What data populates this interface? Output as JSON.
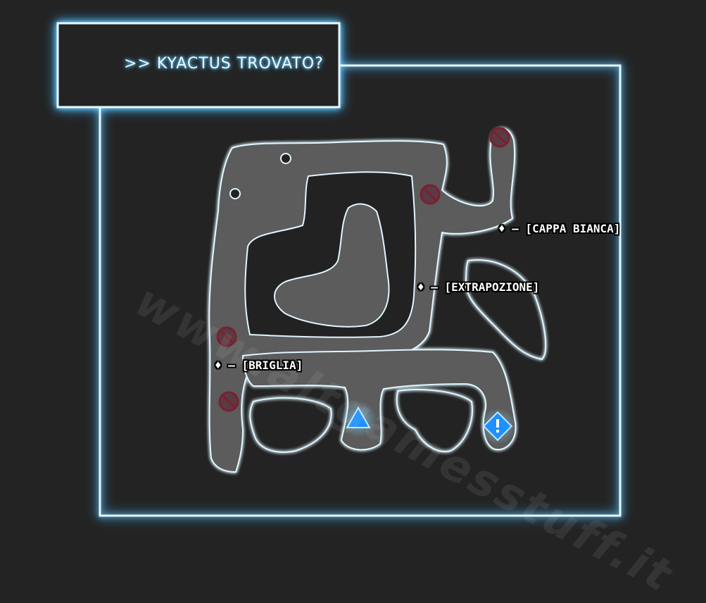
{
  "title": ">> KYACTUS TROVATO?",
  "watermark": "www.altgamesstuff.it",
  "labels": {
    "cappa_bianca": "♦ –  [CAPPA BIANCA]",
    "extrapozione": "♦ –  [EXTRAPOZIONE]",
    "briglia": "♦ –  [BRIGLIA]"
  },
  "markers": {
    "blocked": "no-entry-icon",
    "entrance": "triangle-icon",
    "objective": "exclamation-icon"
  },
  "colors": {
    "background": "#232323",
    "frame": "#e8f8ff",
    "glow": "#4fc3ff",
    "path_fill": "#5c5c5c",
    "marker_blue": "#1e90ff",
    "no_entry": "#7a2030"
  }
}
